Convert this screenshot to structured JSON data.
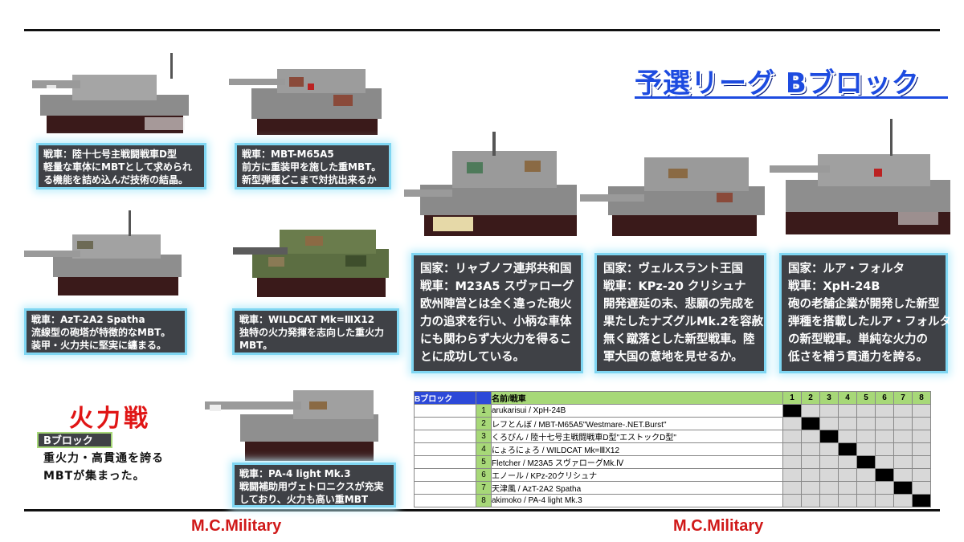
{
  "header": {
    "title": "予選リーグ Bブロック"
  },
  "cards": [
    {
      "id": "c1",
      "lines": [
        "戦車：陸十七号主戦闘戦車D型",
        "軽量な車体にMBTとして求められ",
        "る機能を詰め込んだ技術の結晶。"
      ]
    },
    {
      "id": "c2",
      "lines": [
        "戦車：MBT-M65A5",
        "前方に重装甲を施した重MBT。",
        "新型弾種どこまで対抗出来るか"
      ]
    },
    {
      "id": "c3",
      "lines": [
        "戦車：AzT-2A2 Spatha",
        "流線型の砲塔が特徴的なMBT。",
        "装甲・火力共に堅実に纏まる。"
      ]
    },
    {
      "id": "c4",
      "lines": [
        "戦車：WILDCAT Mk=ⅢX12",
        "独特の火力発揮を志向した重火力",
        "MBT。"
      ]
    },
    {
      "id": "c5",
      "lines": [
        "戦車：PA-4 light Mk.3",
        "戦闘補助用ヴェトロニクスが充実",
        "しており、火力も高い重MBT"
      ]
    },
    {
      "id": "c6",
      "lines": [
        "国家：リャブノフ連邦共和国",
        "戦車：M23A5 スヴァローグ",
        "欧州陣営とは全く違った砲火",
        "力の追求を行い、小柄な車体",
        "にも関わらず大火力を得るこ",
        "とに成功している。"
      ]
    },
    {
      "id": "c7",
      "lines": [
        "国家：ヴェルスラント王国",
        "戦車：KPz-20 クリシュナ",
        "開発遅延の末、悲願の完成を",
        "果たしたナズグルMk.2を容赦",
        "無く蹴落とした新型戦車。陸",
        "軍大国の意地を見せるか。"
      ]
    },
    {
      "id": "c8",
      "lines": [
        "国家：ルア・フォルタ",
        "戦車：XpH-24B",
        "砲の老舗企業が開発した新型",
        "弾種を搭載したルア・フォルタ",
        "の新型戦車。単純な火力の",
        "低さを補う貫通力を誇る。"
      ]
    }
  ],
  "left_panel": {
    "headline": "火力戦",
    "block_label": "Bブロック",
    "desc_lines": [
      "重火力・高貫通を誇る",
      "MBTが集まった。"
    ]
  },
  "league_table": {
    "block_header": "Bブロック",
    "name_header": "名前/戦車",
    "columns": [
      "1",
      "2",
      "3",
      "4",
      "5",
      "6",
      "7",
      "8"
    ],
    "rows": [
      {
        "num": "1",
        "name": "arukarisui / XpH-24B"
      },
      {
        "num": "2",
        "name": "レフとんぼ / MBT-M65A5\"Westmare-.NET.Burst\""
      },
      {
        "num": "3",
        "name": "くろぴん / 陸十七号主戦闘戦車D型\"エストックD型\""
      },
      {
        "num": "4",
        "name": "にょろにょろ / WILDCAT Mk=ⅢX12"
      },
      {
        "num": "5",
        "name": "Fletcher / M23A5 スヴァローグMk.Ⅳ"
      },
      {
        "num": "6",
        "name": "エノール / KPz-20クリシュナ"
      },
      {
        "num": "7",
        "name": "天津風 / AzT-2A2 Spatha"
      },
      {
        "num": "8",
        "name": "akimoko / PA-4 light Mk.3"
      }
    ]
  },
  "footer": {
    "left": "M.C.Military",
    "right": "M.C.Military"
  },
  "colors": {
    "accent_blue": "#1d4be0",
    "card_bg": "#3f4146",
    "card_border": "#7fd6f2",
    "firepower_red": "#e01515",
    "table_green": "#a7d878"
  }
}
